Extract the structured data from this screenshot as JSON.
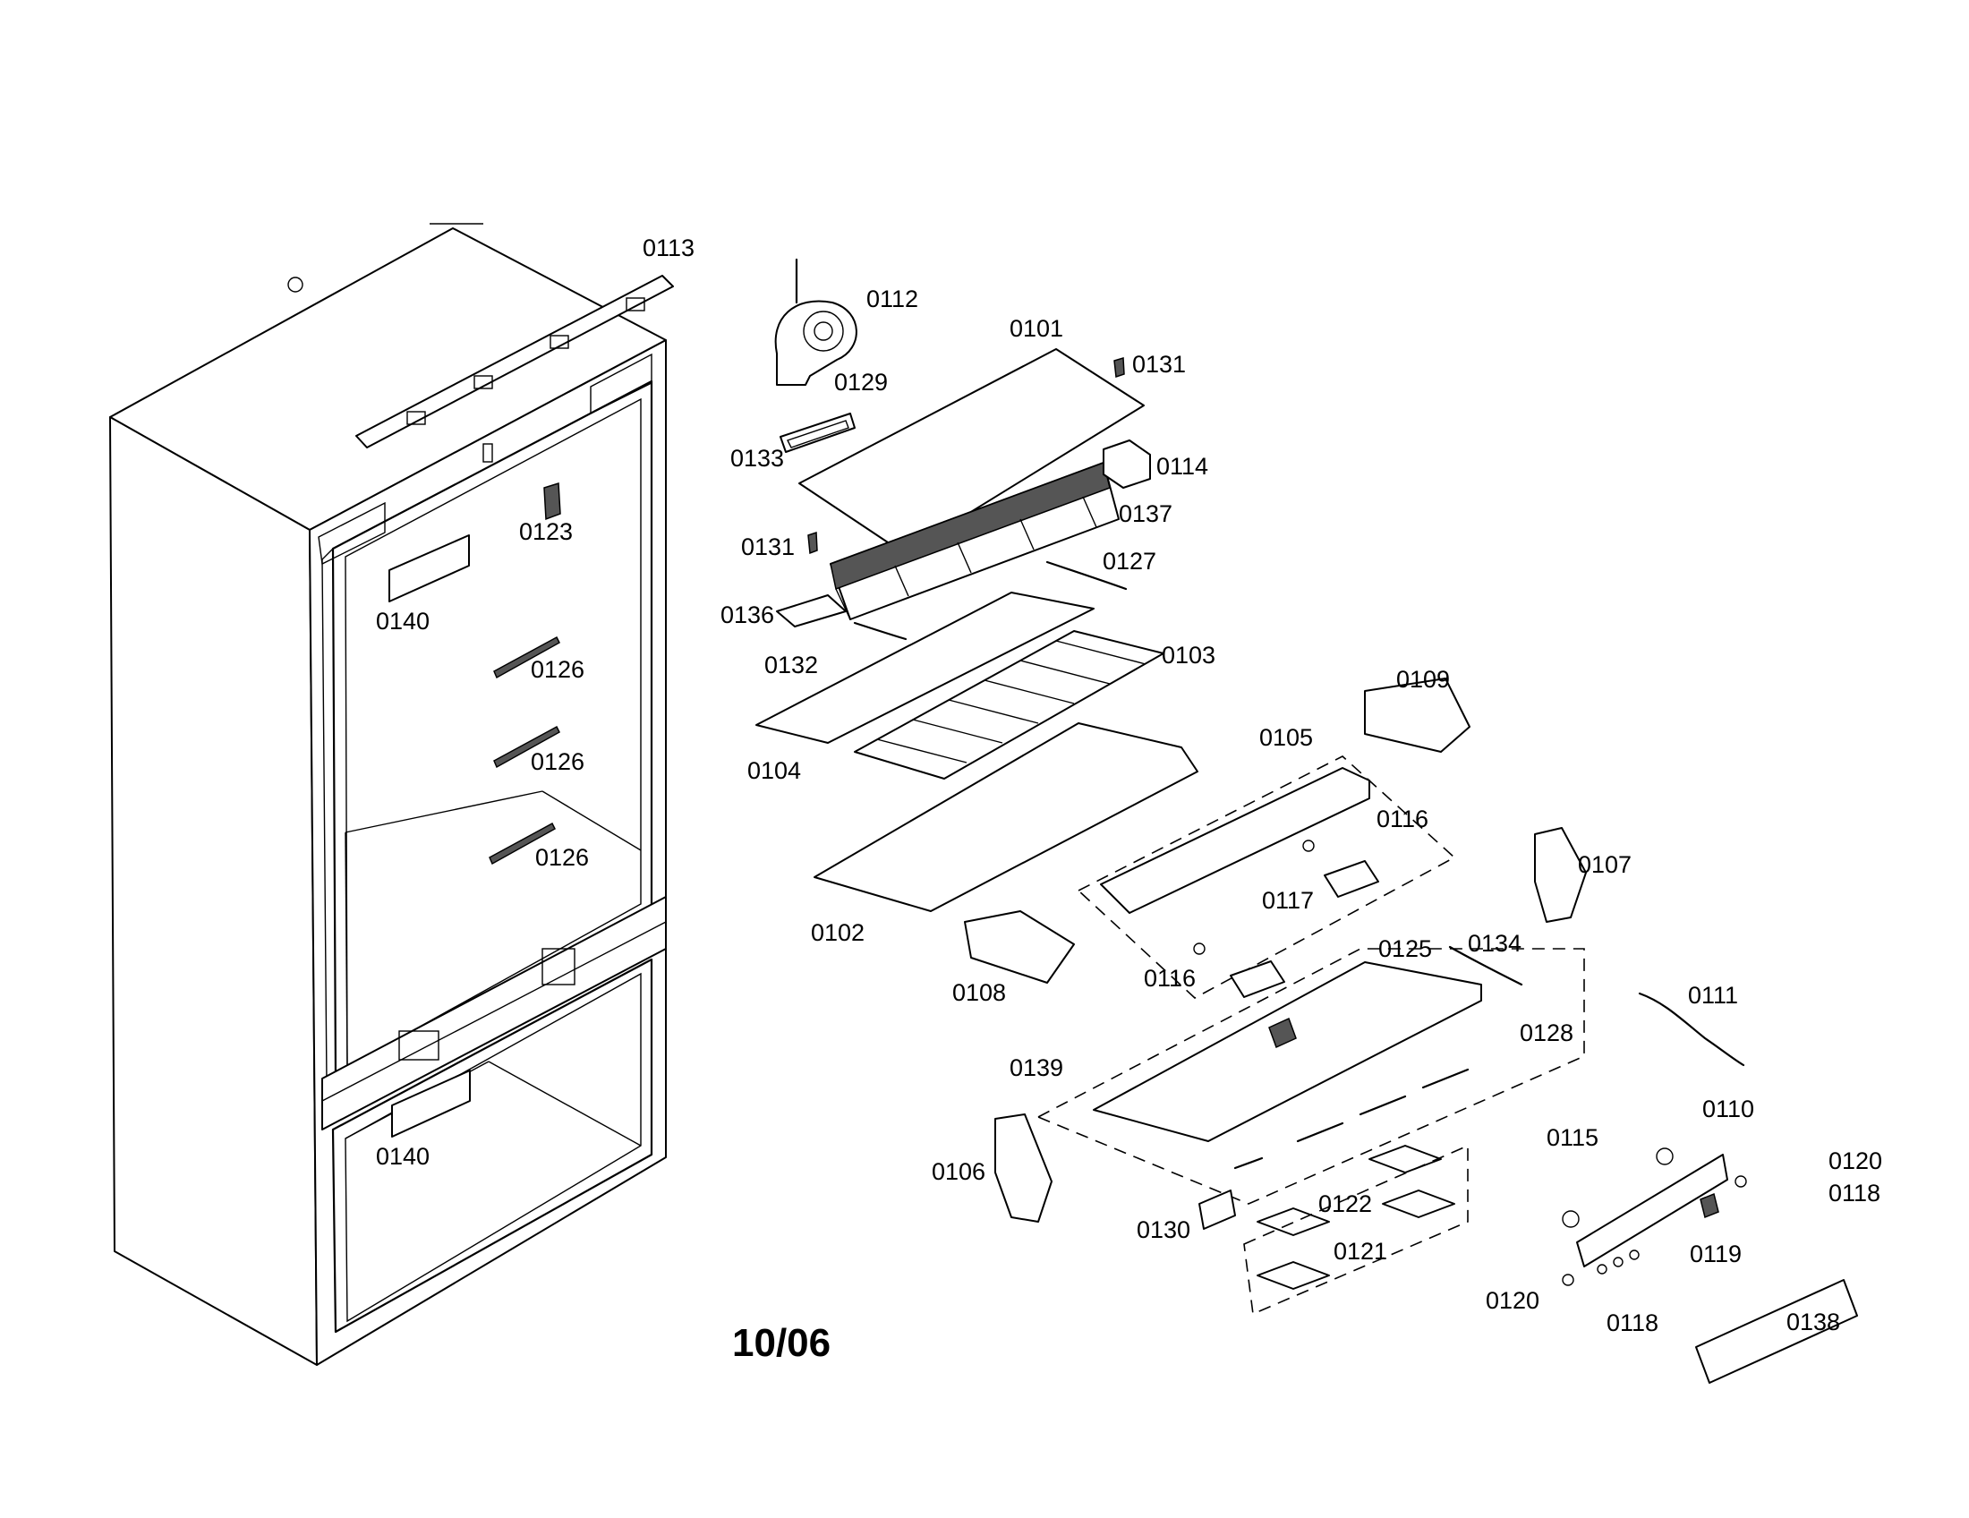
{
  "diagram": {
    "date_code": "10/06",
    "labels": {
      "p0113": "0113",
      "p0112": "0112",
      "p0101": "0101",
      "p0131a": "0131",
      "p0129": "0129",
      "p0133": "0133",
      "p0114": "0114",
      "p0137": "0137",
      "p0123": "0123",
      "p0131b": "0131",
      "p0127": "0127",
      "p0140a": "0140",
      "p0136": "0136",
      "p0126a": "0126",
      "p0132": "0132",
      "p0103": "0103",
      "p0109": "0109",
      "p0104": "0104",
      "p0126b": "0126",
      "p0105": "0105",
      "p0116a": "0116",
      "p0126c": "0126",
      "p0107": "0107",
      "p0117": "0117",
      "p0102": "0102",
      "p0116b": "0116",
      "p0125": "0125",
      "p0134": "0134",
      "p0108": "0108",
      "p0111": "0111",
      "p0128": "0128",
      "p0139": "0139",
      "p0110": "0110",
      "p0140b": "0140",
      "p0115": "0115",
      "p0120a": "0120",
      "p0106": "0106",
      "p0118a": "0118",
      "p0122": "0122",
      "p0130": "0130",
      "p0121": "0121",
      "p0119": "0119",
      "p0120b": "0120",
      "p0118b": "0118",
      "p0138": "0138"
    }
  }
}
